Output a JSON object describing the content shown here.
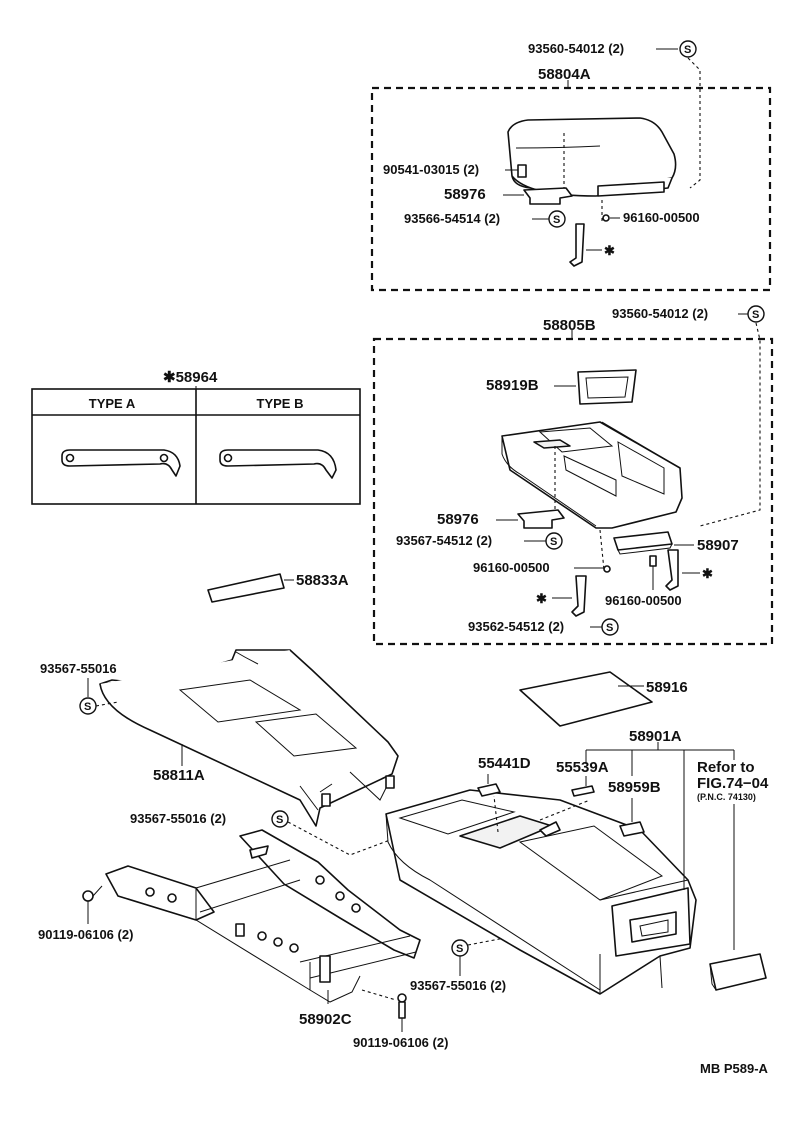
{
  "diagram_code": "MB P589-A",
  "symbol_letter": "S",
  "star_symbol": "✱",
  "assemblies": {
    "armrest": {
      "label": "58804A",
      "top_fastener": "93560-54012 (2)",
      "parts": {
        "screw": "90541-03015 (2)",
        "bracket": "58976",
        "clip": "93566-54514 (2)",
        "washer": "96160-00500"
      }
    },
    "console_box": {
      "label": "58805B",
      "top_fastener": "93560-54012 (2)",
      "parts": {
        "pad": "58919B",
        "bracket": "58976",
        "clip1": "93567-54512 (2)",
        "lid": "58907",
        "washer1": "96160-00500",
        "washer2": "96160-00500",
        "clip2": "93562-54512 (2)"
      }
    }
  },
  "hinge_box": {
    "label": "✱58964",
    "type_a": "TYPE A",
    "type_b": "TYPE B"
  },
  "loose_parts": {
    "mat": "58833A",
    "upper_clip": "93567-55016",
    "upper_panel": "58811A",
    "mid_clip": "93567-55016 (2)",
    "bolt_left": "90119-06106 (2)",
    "bracket": "58902C",
    "bolt_bottom": "90119-06106 (2)",
    "lower_clip": "93567-55016 (2)",
    "tray_mat": "58916",
    "main_console": "58901A",
    "plug": "55441D",
    "clip_a": "55539A",
    "cover": "58959B",
    "refer_line1": "Refor to",
    "refer_line2": "FIG.74−04",
    "refer_line3": "(P.N.C. 74130)"
  }
}
